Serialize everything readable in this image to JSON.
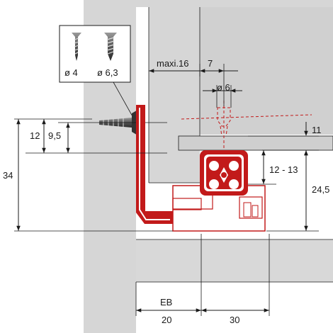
{
  "screws": {
    "small_label": "ø 4",
    "large_label": "ø 6,3"
  },
  "dimensions": {
    "maxi": "maxi.16",
    "seven": "7",
    "dia6": "ø 6",
    "eleven": "11",
    "twelve_thirteen": "12 - 13",
    "twentyfour_five": "24,5",
    "thirtyfour": "34",
    "twelve": "12",
    "nine_five": "9,5",
    "eb": "EB",
    "twenty": "20",
    "thirty": "30"
  },
  "colors": {
    "cabinet_gray": "#d4d4d4",
    "panel_gray": "#c8c8c8",
    "drawer_gray": "#dedede",
    "rail_red": "#c21a1a",
    "line": "#1a1a1a"
  }
}
